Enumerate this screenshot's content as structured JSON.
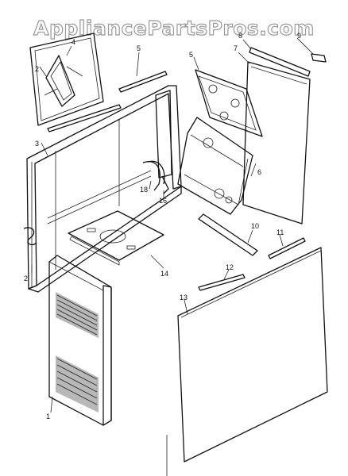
{
  "watermark": "AppliancePartsPros.com",
  "callouts": {
    "c1": "1",
    "c2a": "2",
    "c2b": "2",
    "c3": "3",
    "c4": "4",
    "c5": "5",
    "c5b": "5",
    "c6": "6",
    "c7": "7",
    "c8": "8",
    "c9": "9",
    "c10": "10",
    "c11": "11",
    "c12": "12",
    "c13": "13",
    "c14": "14",
    "c16": "16",
    "c18": "18"
  }
}
